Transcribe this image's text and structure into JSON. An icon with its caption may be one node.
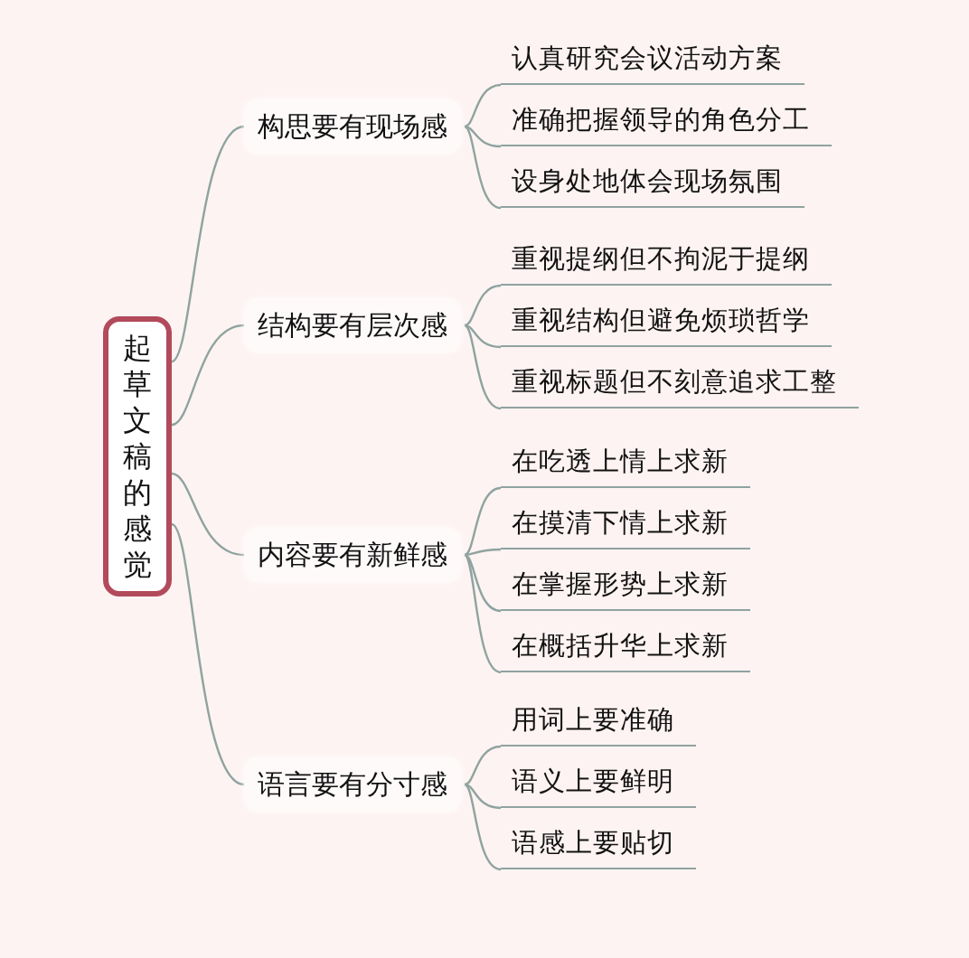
{
  "diagram": {
    "nodes": [
      {
        "text": [
          "起草文稿的感觉"
        ]
      },
      {
        "text": [
          "构思要有现场感"
        ]
      },
      {
        "text": [
          "认真研究会议活动方案"
        ]
      },
      {
        "text": [
          "准确把握领导的角色分工"
        ]
      },
      {
        "text": [
          "设身处地体会现场氛围"
        ]
      },
      {
        "text": [
          "结构要有层次感"
        ]
      },
      {
        "text": [
          "重视提纲但不拘泥于提纲"
        ]
      },
      {
        "text": [
          "重视结构但避免烦琐哲学"
        ]
      },
      {
        "text": [
          "重视标题但不刻意追求工整"
        ]
      },
      {
        "text": [
          "内容要有新鲜感"
        ]
      },
      {
        "text": [
          "在吃透上情上求新"
        ]
      },
      {
        "text": [
          "在摸清下情上求新"
        ]
      },
      {
        "text": [
          "在掌握形势上求新"
        ]
      },
      {
        "text": [
          "在概括升华上求新"
        ]
      },
      {
        "text": [
          "语言要有分寸感"
        ]
      },
      {
        "text": [
          "用词上要准确"
        ]
      },
      {
        "text": [
          "语义上要鲜明"
        ]
      },
      {
        "text": [
          "语感上要贴切"
        ]
      }
    ],
    "edges": [
      {
        "from": 0,
        "to": 1,
        "arrow": "none"
      },
      {
        "from": 0,
        "to": 5,
        "arrow": "none"
      },
      {
        "from": 0,
        "to": 9,
        "arrow": "none"
      },
      {
        "from": 0,
        "to": 14,
        "arrow": "none"
      },
      {
        "from": 1,
        "to": 2,
        "arrow": "none"
      },
      {
        "from": 1,
        "to": 3,
        "arrow": "none"
      },
      {
        "from": 1,
        "to": 4,
        "arrow": "none"
      },
      {
        "from": 5,
        "to": 6,
        "arrow": "none"
      },
      {
        "from": 5,
        "to": 7,
        "arrow": "none"
      },
      {
        "from": 5,
        "to": 8,
        "arrow": "none"
      },
      {
        "from": 9,
        "to": 10,
        "arrow": "none"
      },
      {
        "from": 9,
        "to": 11,
        "arrow": "none"
      },
      {
        "from": 9,
        "to": 12,
        "arrow": "none"
      },
      {
        "from": 9,
        "to": 13,
        "arrow": "none"
      },
      {
        "from": 14,
        "to": 15,
        "arrow": "none"
      },
      {
        "from": 14,
        "to": 16,
        "arrow": "none"
      },
      {
        "from": 14,
        "to": 17,
        "arrow": "none"
      }
    ]
  }
}
